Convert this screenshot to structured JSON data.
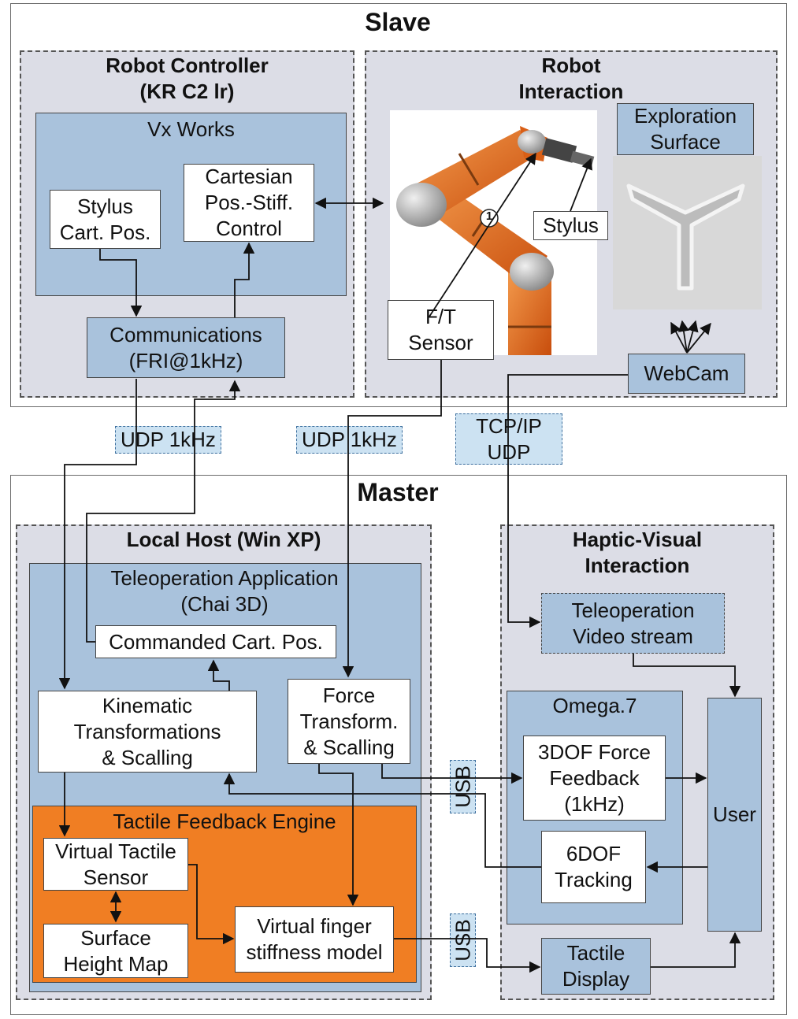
{
  "slave": {
    "title": "Slave",
    "robot_controller": {
      "title": "Robot Controller\n(KR C2 lr)"
    },
    "vxworks": {
      "title": "Vx Works"
    },
    "stylus_cart_pos": "Stylus\nCart. Pos.",
    "cartesian_control": "Cartesian\nPos.-Stiff.\nControl",
    "communications": "Communications\n(FRI@1kHz)",
    "robot_interaction": {
      "title": "Robot\nInteraction"
    },
    "exploration_surface": "Exploration\nSurface",
    "stylus": "Stylus",
    "ft_sensor": "F/T\nSensor",
    "webcam": "WebCam",
    "robot_marker": "1"
  },
  "links": {
    "udp_left": "UDP 1kHz",
    "udp_mid": "UDP 1kHz",
    "tcp_udp": "TCP/IP\nUDP",
    "usb_top": "USB",
    "usb_bottom": "USB"
  },
  "master": {
    "title": "Master",
    "local_host": {
      "title": "Local Host (Win XP)"
    },
    "teleop_app": {
      "title": "Teleoperation Application\n(Chai 3D)"
    },
    "commanded_cart_pos": "Commanded Cart. Pos.",
    "kinematic": "Kinematic\nTransformations\n& Scalling",
    "force_transform": "Force\nTransform.\n& Scalling",
    "tactile_engine": {
      "title": "Tactile Feedback Engine"
    },
    "virtual_tactile_sensor": "Virtual Tactile\nSensor",
    "surface_height_map": "Surface\nHeight Map",
    "virtual_finger": "Virtual finger\nstiffness model",
    "haptic_visual": {
      "title": "Haptic-Visual\nInteraction"
    },
    "video_stream": "Teleoperation\nVideo stream",
    "omega": {
      "title": "Omega.7"
    },
    "force_feedback": "3DOF Force\nFeedback\n(1kHz)",
    "tracking": "6DOF\nTracking",
    "user": "User",
    "tactile_display": "Tactile\nDisplay"
  },
  "colors": {
    "group_bg": "#dcdde6",
    "module_blue": "#a9c2dc",
    "engine_orange": "#f07e23",
    "link_tag": "#cce2f2",
    "robot_orange": "#e8661a"
  }
}
